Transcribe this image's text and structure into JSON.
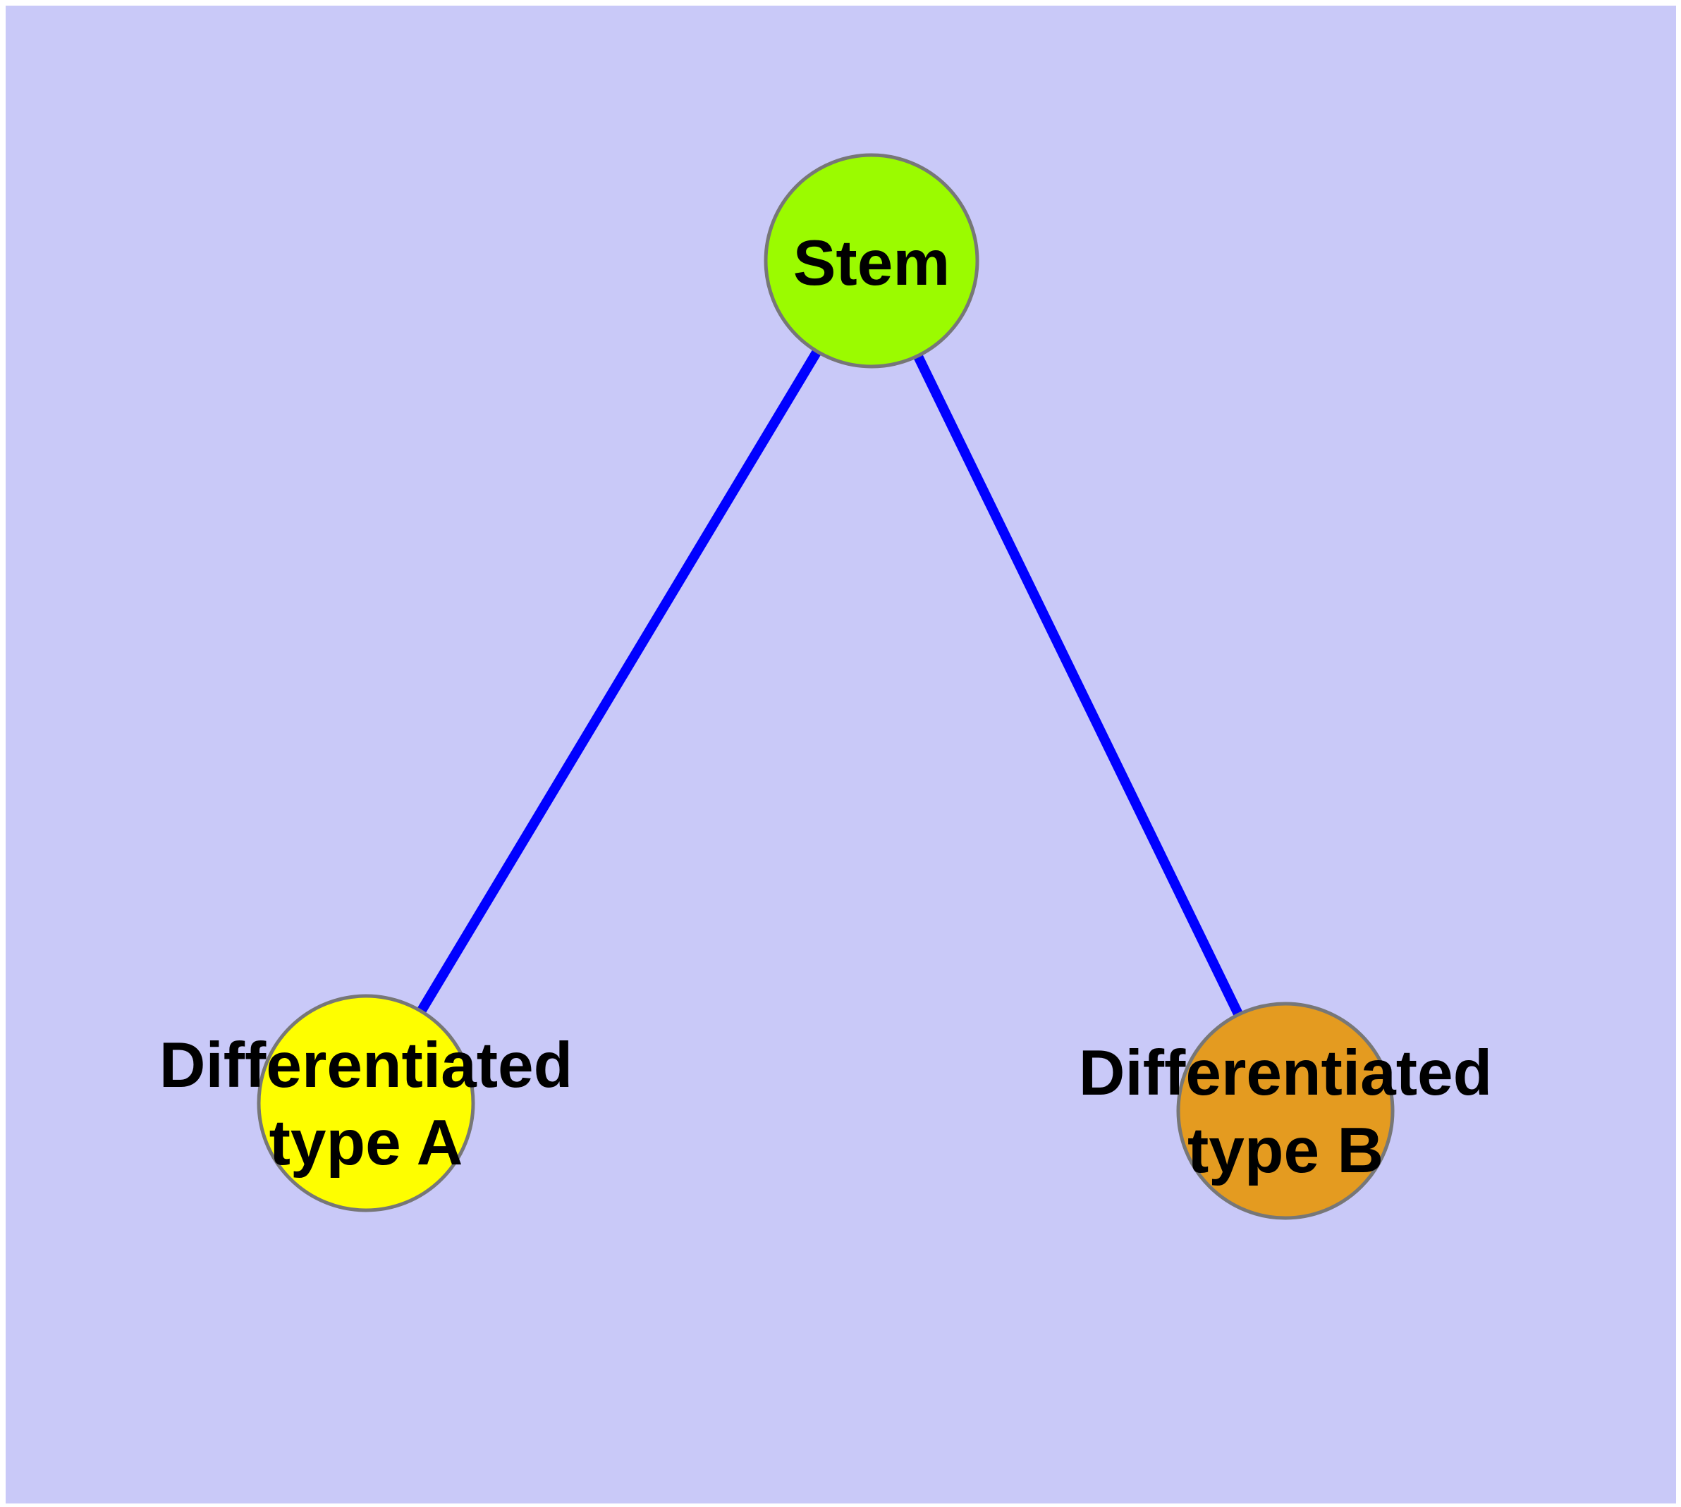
{
  "diagram": {
    "nodes": [
      {
        "name": "stem",
        "label": "Stem",
        "label_lines": [
          "Stem"
        ],
        "fill": "#9BFB00"
      },
      {
        "name": "differentiated-type-a",
        "label": "Differentiated type A",
        "label_lines": [
          "Differentiated",
          "type A"
        ],
        "fill": "#FEFE00"
      },
      {
        "name": "differentiated-type-b",
        "label": "Differentiated type B",
        "label_lines": [
          "Differentiated",
          "type B"
        ],
        "fill": "#E49B20"
      }
    ],
    "edges": [
      {
        "from": "Stem",
        "to": "Differentiated type A"
      },
      {
        "from": "Stem",
        "to": "Differentiated type B"
      }
    ],
    "colors": {
      "background": "#C9C9F8",
      "page_margin": "#FFFFFF",
      "edge": "#0000FF",
      "node_border": "#777777",
      "label_text": "#000000"
    }
  }
}
